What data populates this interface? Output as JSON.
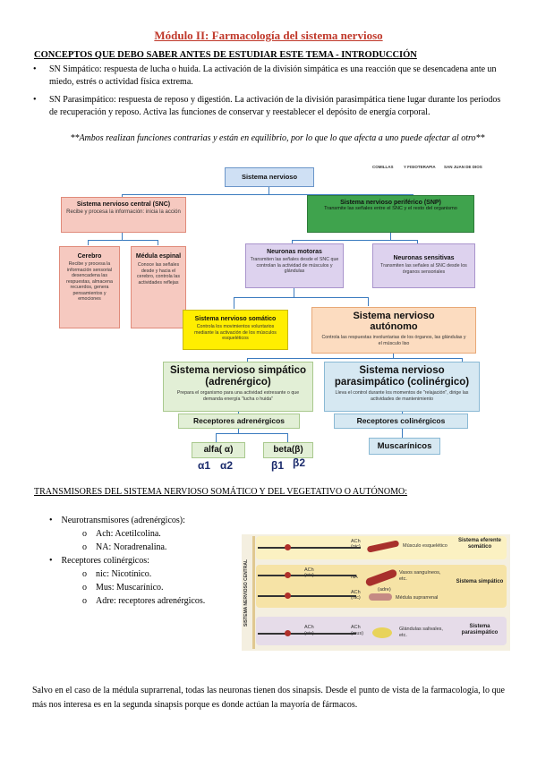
{
  "title": "Módulo II: Farmacología del sistema nervioso",
  "intro": {
    "heading": "CONCEPTOS QUE DEBO SABER ANTES DE ESTUDIAR ESTE TEMA - INTRODUCCIÓN",
    "bullets": [
      "SN Simpático: respuesta de lucha o huida. La activación de la división simpática es una reacción que se desencadena ante un miedo, estrés o actividad física extrema.",
      "SN Parasimpático: respuesta de reposo y digestión. La activación de la división parasimpática tiene lugar durante los periodos de recuperación y reposo. Activa las funciones de conservar y reestablecer el depósito de energía corporal."
    ],
    "note": "**Ambos realizan funciones contrarias y están en equilibrio, por lo que lo que afecta a uno puede afectar al otro**"
  },
  "diagram": {
    "logos": [
      "COMILLAS",
      "Y FISIOTERAPIA",
      "SAN JUAN DE DIOS"
    ],
    "root": "Sistema nervioso",
    "snc": {
      "title": "Sistema nervioso central (SNC)",
      "desc": "Recibe y procesa la información: inicia la acción"
    },
    "snp": {
      "title": "Sistema nervioso periférico (SNP)",
      "desc": "Transmite las señales entre el SNC y el resto del organismo"
    },
    "cerebro": {
      "title": "Cerebro",
      "desc": "Recibe y procesa la información sensorial desencadena las respuestas, almacena recuerdos, genera pensamientos y emociones"
    },
    "medula": {
      "title": "Médula espinal",
      "desc": "Conoce las señales desde y hacia el cerebro, controla las actividades reflejas"
    },
    "motoras": {
      "title": "Neuronas motoras",
      "desc": "Transmiten las señales desde el SNC que controlan la actividad de músculos y glándulas"
    },
    "sensitivas": {
      "title": "Neuronas sensitivas",
      "desc": "Transmiten las señales al SNC desde los órganos sensoriales"
    },
    "somatico": {
      "title": "Sistema nervioso somático",
      "desc": "Controla los movimientos voluntarios mediante la activación de los músculos esqueléticos"
    },
    "autonomo": {
      "title": "Sistema nervioso autónomo",
      "desc": "Controla las respuestas involuntarias de los órganos, las glándulas y el músculo liso"
    },
    "simpatico": {
      "title": "Sistema nervioso simpático (adrenérgico)",
      "desc": "Prepara el organismo para una actividad estresante o que demanda energía \"lucha o huida\""
    },
    "parasimpatico": {
      "title": "Sistema nervioso parasimpático (colinérgico)",
      "desc": "Lleva el control durante los momentos de \"relajación\", dirige las actividades de mantenimiento"
    },
    "rec_adren": "Receptores adrenérgicos",
    "rec_colin": "Receptores colinérgicos",
    "alfa": "alfa( α)",
    "beta": "beta(β)",
    "muscarinicos": "Muscarínicos",
    "a1": "α1",
    "a2": "α2",
    "b1": "β1",
    "b2": "β2"
  },
  "transmisores": {
    "heading": "TRANSMISORES DEL SISTEMA NERVIOSO SOMÁTICO Y DEL VEGETATIVO O AUTÓNOMO:",
    "neuro_label": "Neurotransmisores (adrenérgicos):",
    "neuro_items": [
      "Ach: Acetilcolina.",
      "NA: Noradrenalina."
    ],
    "recept_label": "Receptores colinérgicos:",
    "recept_items": [
      "nic: Nicotínico.",
      "Mus: Muscarínico.",
      "Adre: receptores adrenérgicos."
    ]
  },
  "figure": {
    "side_label": "SISTEMA NERVIOSO CENTRAL",
    "lane1": {
      "ach": "ACh",
      "nic": "(nic)",
      "target": "Músculo esquelético",
      "name": "Sistema eferente somático"
    },
    "lane2": {
      "ach": "ACh",
      "nic": "(nic)",
      "na": "NA",
      "target1": "Vasos sanguíneos, etc.",
      "ach2": "ACh",
      "nic2": "(nic)",
      "adre": "(adre)",
      "target2": "Médula suprarrenal",
      "name": "Sistema simpático"
    },
    "lane3": {
      "ach": "ACh",
      "nic": "(nic)",
      "ach2": "ACh",
      "mus": "(mus)",
      "target": "Glándulas salivales, etc.",
      "name": "Sistema parasimpático"
    }
  },
  "closing": "Salvo en el caso de la médula suprarrenal, todas las neuronas tienen dos sinapsis. Desde el punto de vista de la farmacología, lo que más nos interesa es en la segunda sinapsis porque es donde actúan la mayoría de fármacos.",
  "colors": {
    "title": "#c0392b",
    "connector": "#3b7bbf",
    "red_box": "#f6c9c0",
    "green_box": "#3fa34d",
    "purple_box": "#ddd2ee",
    "yellow_box": "#ffee00",
    "orange_box": "#fcdcc0",
    "lightgreen_box": "#e2efd6",
    "lightblue_box": "#d6e8f2"
  }
}
